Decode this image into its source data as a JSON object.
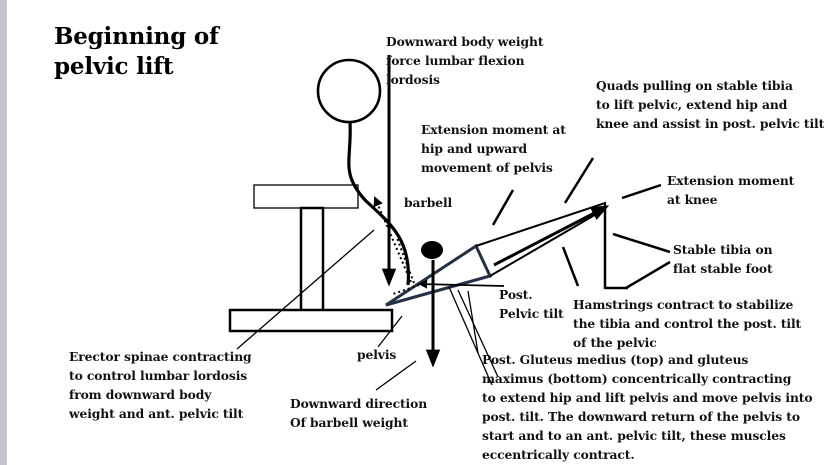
{
  "title": "Beginning of\npelvic lift",
  "labels": {
    "downward_body_weight": "Downward body weight\nforce lumbar flexion\nlordosis",
    "quads": "Quads pulling on stable tibia\nto lift pelvic, extend hip and\nknee and assist in post. pelvic tilt",
    "extension_moment_hip": "Extension moment at\nhip and upward\nmovement  of pelvis",
    "extension_moment_knee": "Extension moment\nat knee",
    "barbell": "barbell",
    "stable_tibia": "Stable tibia on\nflat stable foot",
    "post_pelvic_tilt": "Post.\nPelvic tilt",
    "hamstrings": "Hamstrings contract to stabilize\nthe tibia and control the post. tilt\nof the pelvic",
    "erector_spinae": "Erector spinae contracting\nto control lumbar lordosis\nfrom downward body\nweight and ant. pelvic tilt",
    "pelvis": "pelvis",
    "gluteus": "Post. Gluteus medius  (top) and gluteus\nmaximus (bottom) concentrically contracting\nto extend hip and lift pelvis and move pelvis into\npost. tilt. The downward return of the pelvis to\nstart and to an ant. pelvic tilt, these muscles\neccentrically  contract.",
    "downward_direction": "Downward direction\nOf barbell weight"
  }
}
